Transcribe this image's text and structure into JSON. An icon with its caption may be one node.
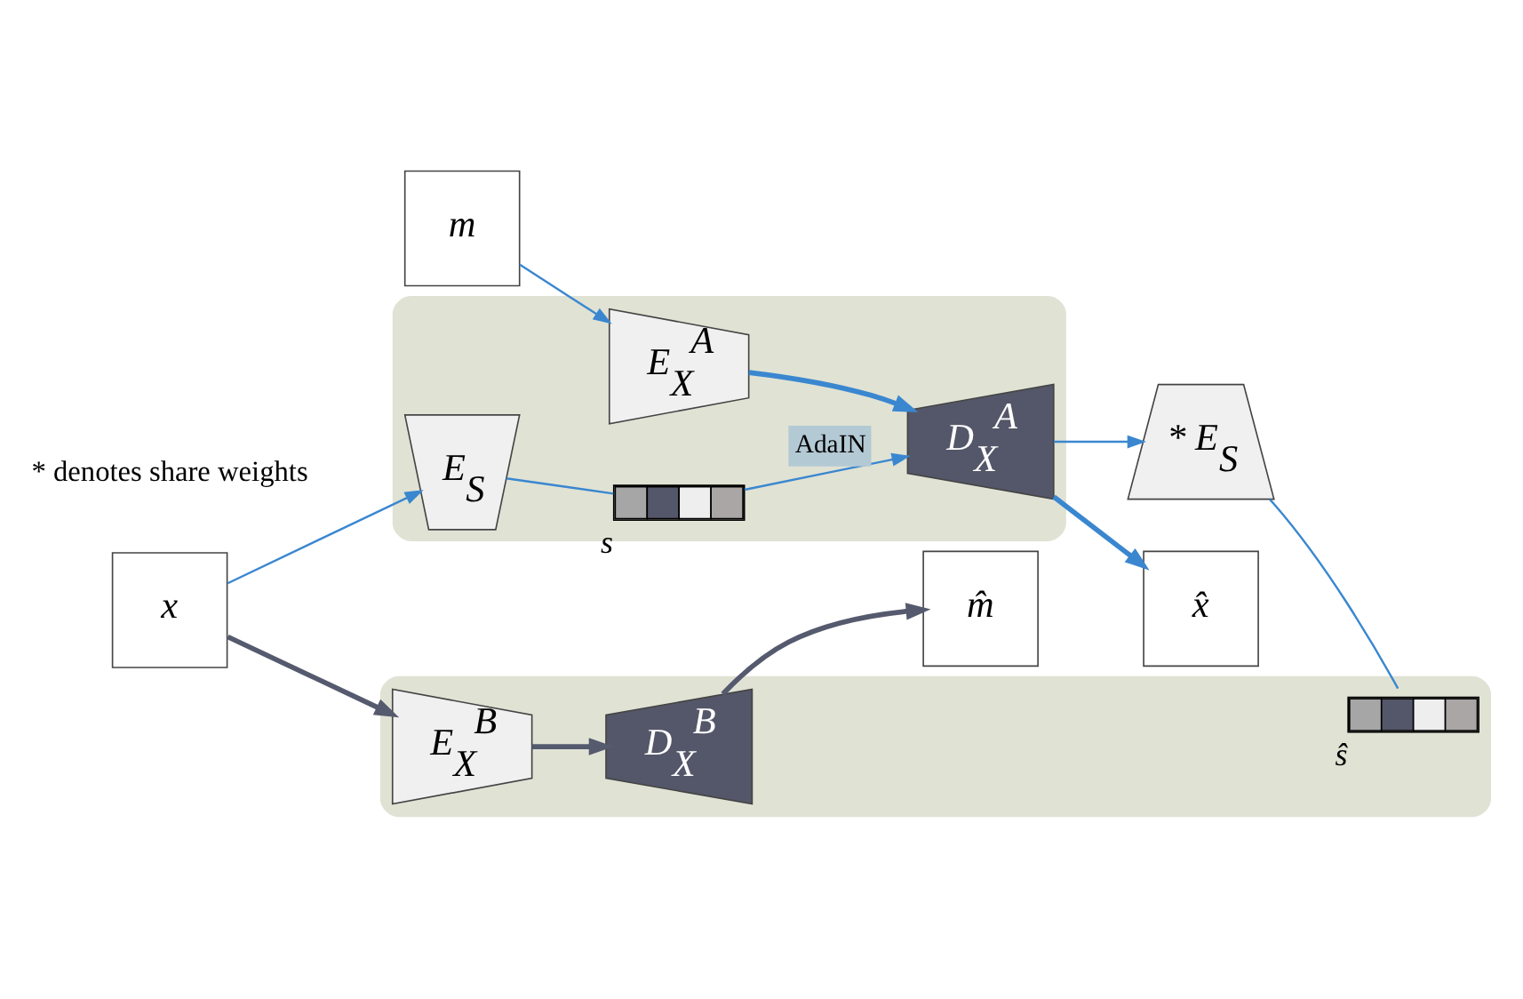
{
  "diagram": {
    "nodes": [
      {
        "text": [],
        "shape": "box"
      },
      {
        "text": [
          "E$_{S}$"
        ],
        "in": 0
      },
      {
        "text": [],
        "shape": "bar",
        "in": 0,
        "beside": [
          "s"
        ]
      },
      {
        "text": [
          "E$_{X}$$^{A}$"
        ],
        "in": 0
      },
      {
        "text": [
          "D$_{X}$$^{A}$"
        ],
        "in": 0
      },
      {
        "text": [
          "m"
        ]
      },
      {
        "text": [
          "x̂"
        ]
      },
      {
        "text": [],
        "shape": "box"
      },
      {
        "text": [
          "D$_{X}$$^{B}$"
        ],
        "in": 7
      },
      {
        "text": [
          "E$_{X}$$^{B}$"
        ],
        "in": 7
      },
      {
        "text": [],
        "shape": "bar",
        "in": 7,
        "beside": [
          "ŝ"
        ]
      },
      {
        "text": [
          "m̂"
        ]
      },
      {
        "text": [
          "x"
        ]
      },
      {
        "text": [
          "* E$_{S}$"
        ]
      }
    ],
    "edges": [
      {
        "from": 5,
        "to": 3,
        "arrow": "to"
      },
      {
        "from": 3,
        "to": 4,
        "arrow": "to",
        "style": "thick"
      },
      {
        "from": 1,
        "to": 2,
        "arrow": "none"
      },
      {
        "from": 2,
        "to": 4,
        "arrow": "to",
        "label": "AdaIN"
      },
      {
        "from": 4,
        "to": 6,
        "arrow": "to",
        "style": "thick"
      },
      {
        "from": 4,
        "to": 13,
        "arrow": "to"
      },
      {
        "from": 12,
        "to": 1,
        "arrow": "to"
      },
      {
        "from": 12,
        "to": 9,
        "arrow": "to",
        "style": "thick",
        "color": "#555a6e"
      },
      {
        "from": 9,
        "to": 8,
        "arrow": "to",
        "style": "thick",
        "color": "#555a6e"
      },
      {
        "from": 8,
        "to": 11,
        "arrow": "to",
        "style": "thick",
        "color": "#555a6e"
      },
      {
        "from": 13,
        "to": 10,
        "arrow": "none"
      }
    ],
    "labels": [
      "* denotes share weights"
    ]
  }
}
